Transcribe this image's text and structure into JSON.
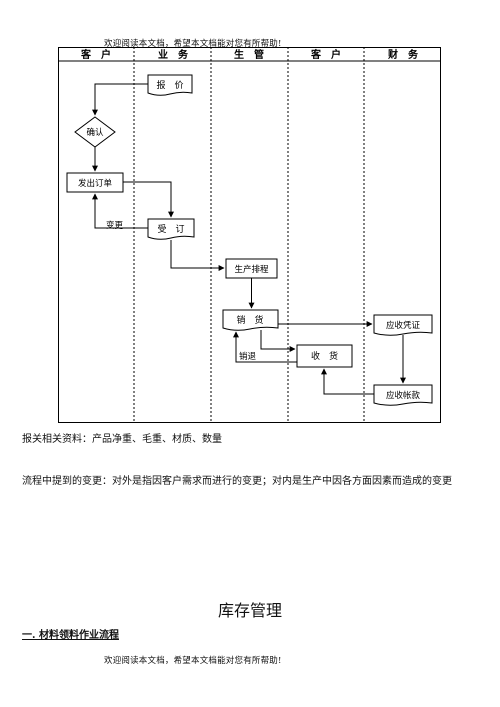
{
  "header_note": "欢迎阅读本文档，希望本文档能对您有所帮助!",
  "footer_note": "欢迎阅读本文档，希望本文档能对您有所帮助!",
  "flowchart": {
    "lanes": [
      "客　户",
      "业　务",
      "生　管",
      "客　户",
      "财　务"
    ],
    "nodes": {
      "baojia": "报　价",
      "queren": "确认",
      "fachudingdan": "发出订单",
      "biangeng": "变更",
      "shouding": "受　订",
      "shengchanpaicheng": "生产排程",
      "xiaohuo": "销　货",
      "xiaotui": "销退",
      "shouhuo": "收　货",
      "yingshoupingzheng": "应收凭证",
      "yingshouzhangkuan": "应收帐款"
    }
  },
  "notes": [
    "报关相关资料：产品净重、毛重、材质、数量",
    "流程中提到的变更：对外是指因客户需求而进行的变更；对内是生产中因各方面因素而造成的变更"
  ],
  "section_title": "库存管理",
  "subsection_title": "一. 材料领料作业流程"
}
